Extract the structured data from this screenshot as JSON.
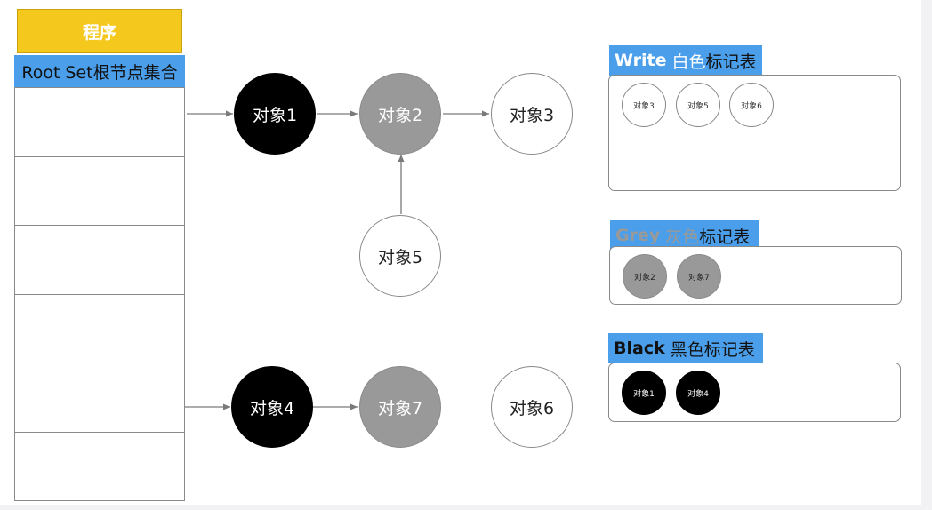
{
  "program": {
    "title": "程序",
    "root_set_label": "Root Set根节点集合"
  },
  "nodes": {
    "obj1": "对象1",
    "obj2": "对象2",
    "obj3": "对象3",
    "obj4": "对象4",
    "obj5": "对象5",
    "obj6": "对象6",
    "obj7": "对象7"
  },
  "tables": {
    "white": {
      "title_en": "Write",
      "title_color": "白色",
      "title_suffix": "标记表",
      "items": [
        "对象3",
        "对象5",
        "对象6"
      ],
      "color_name": "#ffffff",
      "color_en": "#ffffff"
    },
    "grey": {
      "title_en": "Grey",
      "title_color": "灰色",
      "title_suffix": "标记表",
      "items": [
        "对象2",
        "对象7"
      ],
      "color_name": "#999999",
      "color_en": "#999999"
    },
    "black": {
      "title_en": "Black",
      "title_color": "黑色",
      "title_suffix": "标记表",
      "items": [
        "对象1",
        "对象4"
      ],
      "color_name": "#111111",
      "color_en": "#111111"
    }
  },
  "colors": {
    "root_header": "#f5c81e",
    "label_bg": "#4a9eea",
    "black": "#000000",
    "grey": "#999999",
    "white": "#ffffff"
  }
}
